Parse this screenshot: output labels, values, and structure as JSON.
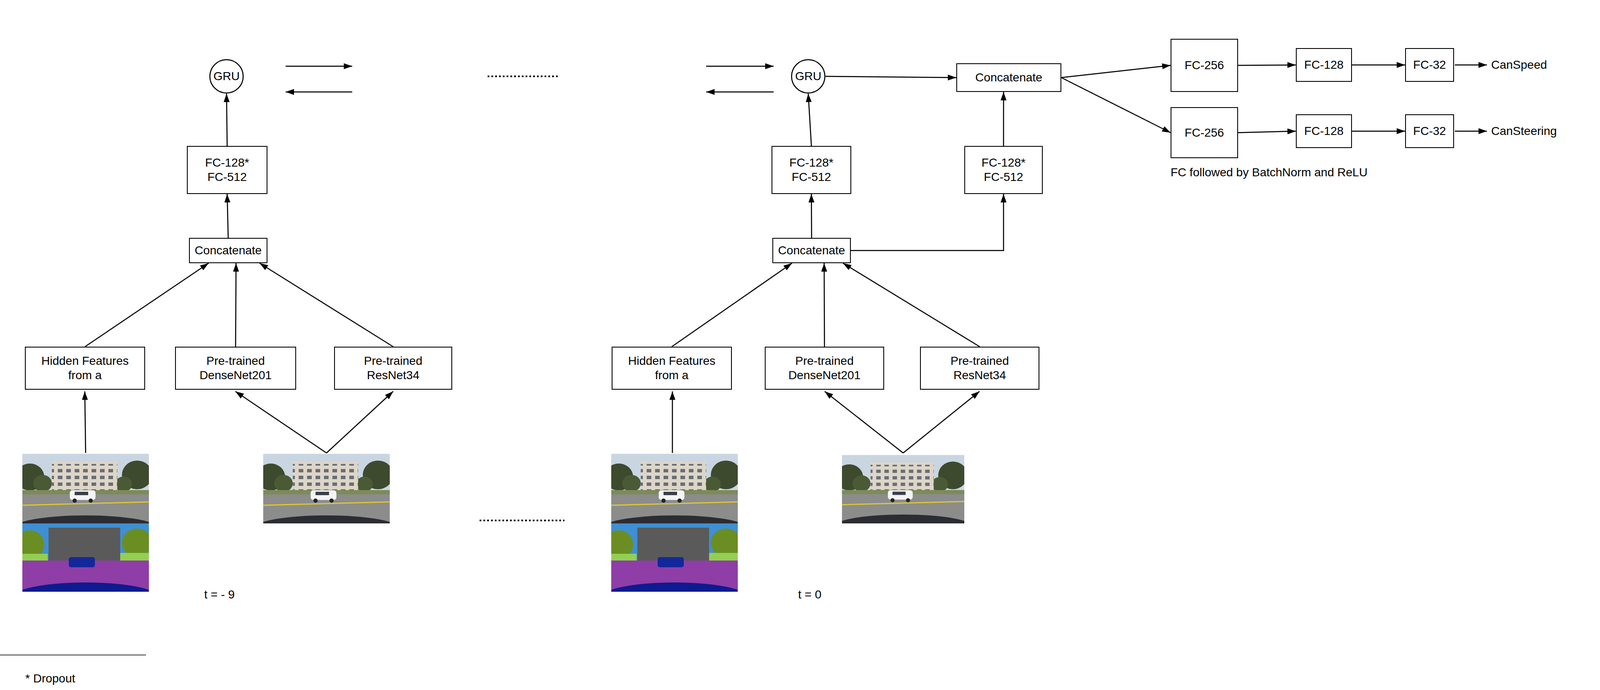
{
  "diagram": {
    "nodes": [
      {
        "text": [
          "GRU"
        ]
      },
      {
        "text": [
          "GRU"
        ]
      },
      {
        "text": [
          "Concatenate"
        ]
      },
      {
        "text": [
          "FC-256"
        ]
      },
      {
        "text": [
          "FC-128"
        ]
      },
      {
        "text": [
          "FC-32"
        ]
      },
      {
        "text": [
          "FC-256"
        ]
      },
      {
        "text": [
          "FC-128"
        ]
      },
      {
        "text": [
          "FC-32"
        ]
      },
      {
        "text": [
          "FC-128*",
          "FC-512"
        ]
      },
      {
        "text": [
          "FC-128*",
          "FC-512"
        ]
      },
      {
        "text": [
          "FC-128*",
          "FC-512"
        ]
      },
      {
        "text": [
          "Concatenate"
        ]
      },
      {
        "text": [
          "Concatenate"
        ]
      },
      {
        "text": [
          "Hidden Features from a"
        ]
      },
      {
        "text": [
          "Pre-trained DenseNet201"
        ]
      },
      {
        "text": [
          "Pre-trained ResNet34"
        ]
      },
      {
        "text": [
          "Hidden Features from a"
        ]
      },
      {
        "text": [
          "Pre-trained DenseNet201"
        ]
      },
      {
        "text": [
          "Pre-trained ResNet34"
        ]
      }
    ],
    "edges": [
      {
        "from": 9,
        "to": 0,
        "arrow": "to"
      },
      {
        "from": 10,
        "to": 1,
        "arrow": "to"
      },
      {
        "from": 1,
        "to": 2,
        "arrow": "to"
      },
      {
        "from": 11,
        "to": 2,
        "arrow": "to"
      },
      {
        "from": 2,
        "to": 3,
        "arrow": "to"
      },
      {
        "from": 2,
        "to": 6,
        "arrow": "to"
      },
      {
        "from": 3,
        "to": 4,
        "arrow": "to"
      },
      {
        "from": 4,
        "to": 5,
        "arrow": "to"
      },
      {
        "from": 6,
        "to": 7,
        "arrow": "to"
      },
      {
        "from": 7,
        "to": 8,
        "arrow": "to"
      },
      {
        "from": 12,
        "to": 9,
        "arrow": "to"
      },
      {
        "from": 13,
        "to": 10,
        "arrow": "to"
      },
      {
        "from": 13,
        "to": 11,
        "arrow": "to"
      },
      {
        "from": 14,
        "to": 12,
        "arrow": "to"
      },
      {
        "from": 15,
        "to": 12,
        "arrow": "to"
      },
      {
        "from": 16,
        "to": 12,
        "arrow": "to"
      },
      {
        "from": 17,
        "to": 13,
        "arrow": "to"
      },
      {
        "from": 18,
        "to": 13,
        "arrow": "to"
      },
      {
        "from": 19,
        "to": 13,
        "arrow": "to"
      }
    ],
    "labels": [
      "CanSpeed",
      "CanSteering",
      "FC followed by BatchNorm and ReLU",
      "t = - 9",
      "t = 0",
      "* Dropout"
    ]
  }
}
